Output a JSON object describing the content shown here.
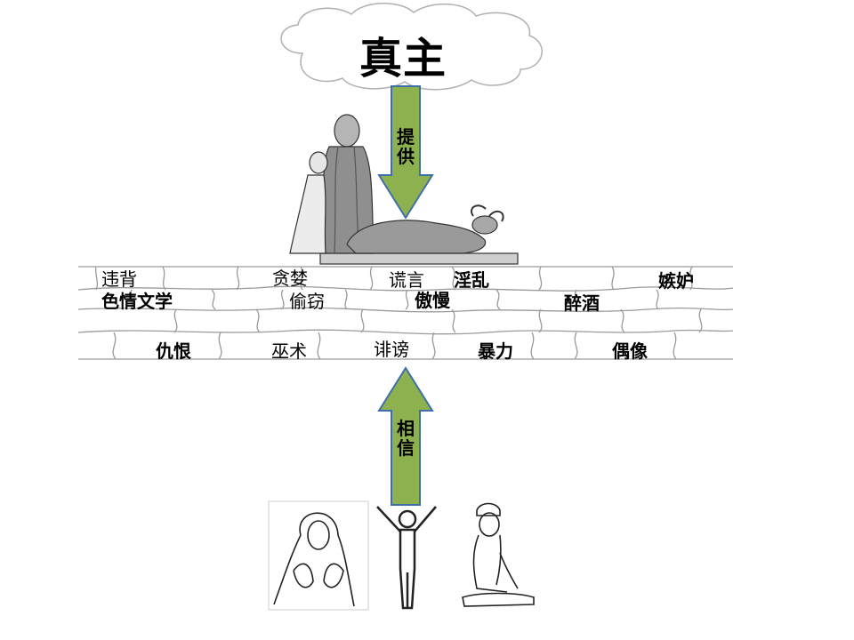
{
  "title": "真主",
  "arrow_down_label": "提供",
  "arrow_up_label": "相信",
  "sins": {
    "s1": "违背",
    "s2": "贪婪",
    "s3": "谎言",
    "s4": "淫乱",
    "s5": "嫉妒",
    "s6": "色情文学",
    "s7": "偷窃",
    "s8": "傲慢",
    "s9": "醉酒",
    "s10": "仇恨",
    "s11": "巫术",
    "s12": "诽谤",
    "s13": "暴力",
    "s14": "偶像"
  },
  "colors": {
    "arrow_fill": "#8db14f",
    "arrow_stroke": "#3f6fa8",
    "cloud_stroke": "#b0b0b0"
  }
}
